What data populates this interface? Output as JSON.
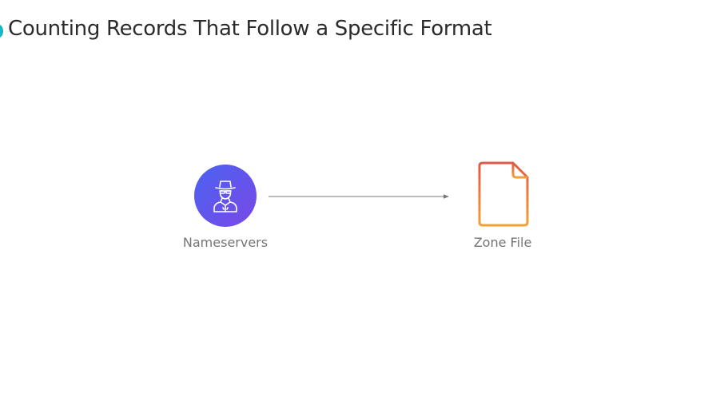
{
  "slide": {
    "title": "Counting Records That Follow a Specific Format"
  },
  "diagram": {
    "nodes": [
      {
        "id": "nameservers",
        "label": "Nameservers",
        "icon": "spy-person-icon"
      },
      {
        "id": "zone-file",
        "label": "Zone File",
        "icon": "document-icon"
      }
    ],
    "edges": [
      {
        "from": "nameservers",
        "to": "zone-file"
      }
    ]
  },
  "colors": {
    "accent_dot": "#17b6c9",
    "icon_gradient_start": "#4a63f1",
    "icon_gradient_end": "#7a48e6",
    "file_gradient_top": "#e05a47",
    "file_gradient_bottom": "#f0a23a",
    "arrow": "#7a7a7a",
    "label": "#757575"
  }
}
